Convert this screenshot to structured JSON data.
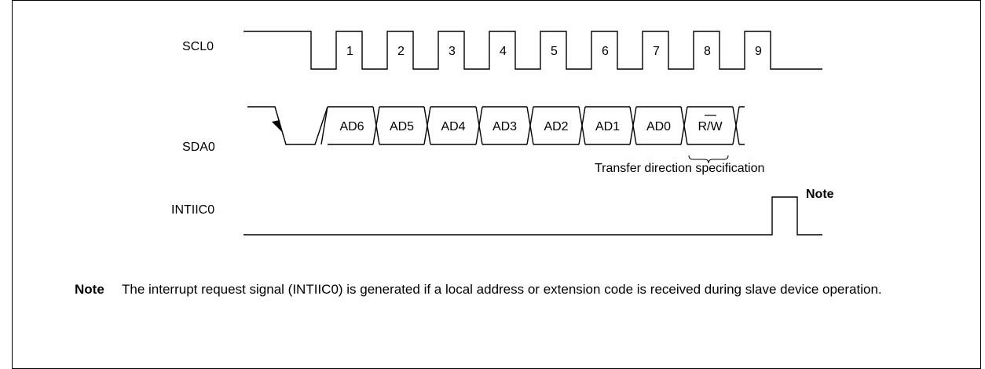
{
  "signals": {
    "scl": "SCL0",
    "sda": "SDA0",
    "int": "INTIIC0"
  },
  "clock_numbers": [
    "1",
    "2",
    "3",
    "4",
    "5",
    "6",
    "7",
    "8",
    "9"
  ],
  "data_bits": [
    "AD6",
    "AD5",
    "AD4",
    "AD3",
    "AD2",
    "AD1",
    "AD0",
    "R/W"
  ],
  "rw_overline_part": "W",
  "transfer_label": "Transfer direction specification",
  "int_note_marker": "Note",
  "note": {
    "tag": "Note",
    "text": "The interrupt request signal (INTIIC0) is generated if a local address or extension code is received during slave device operation."
  }
}
